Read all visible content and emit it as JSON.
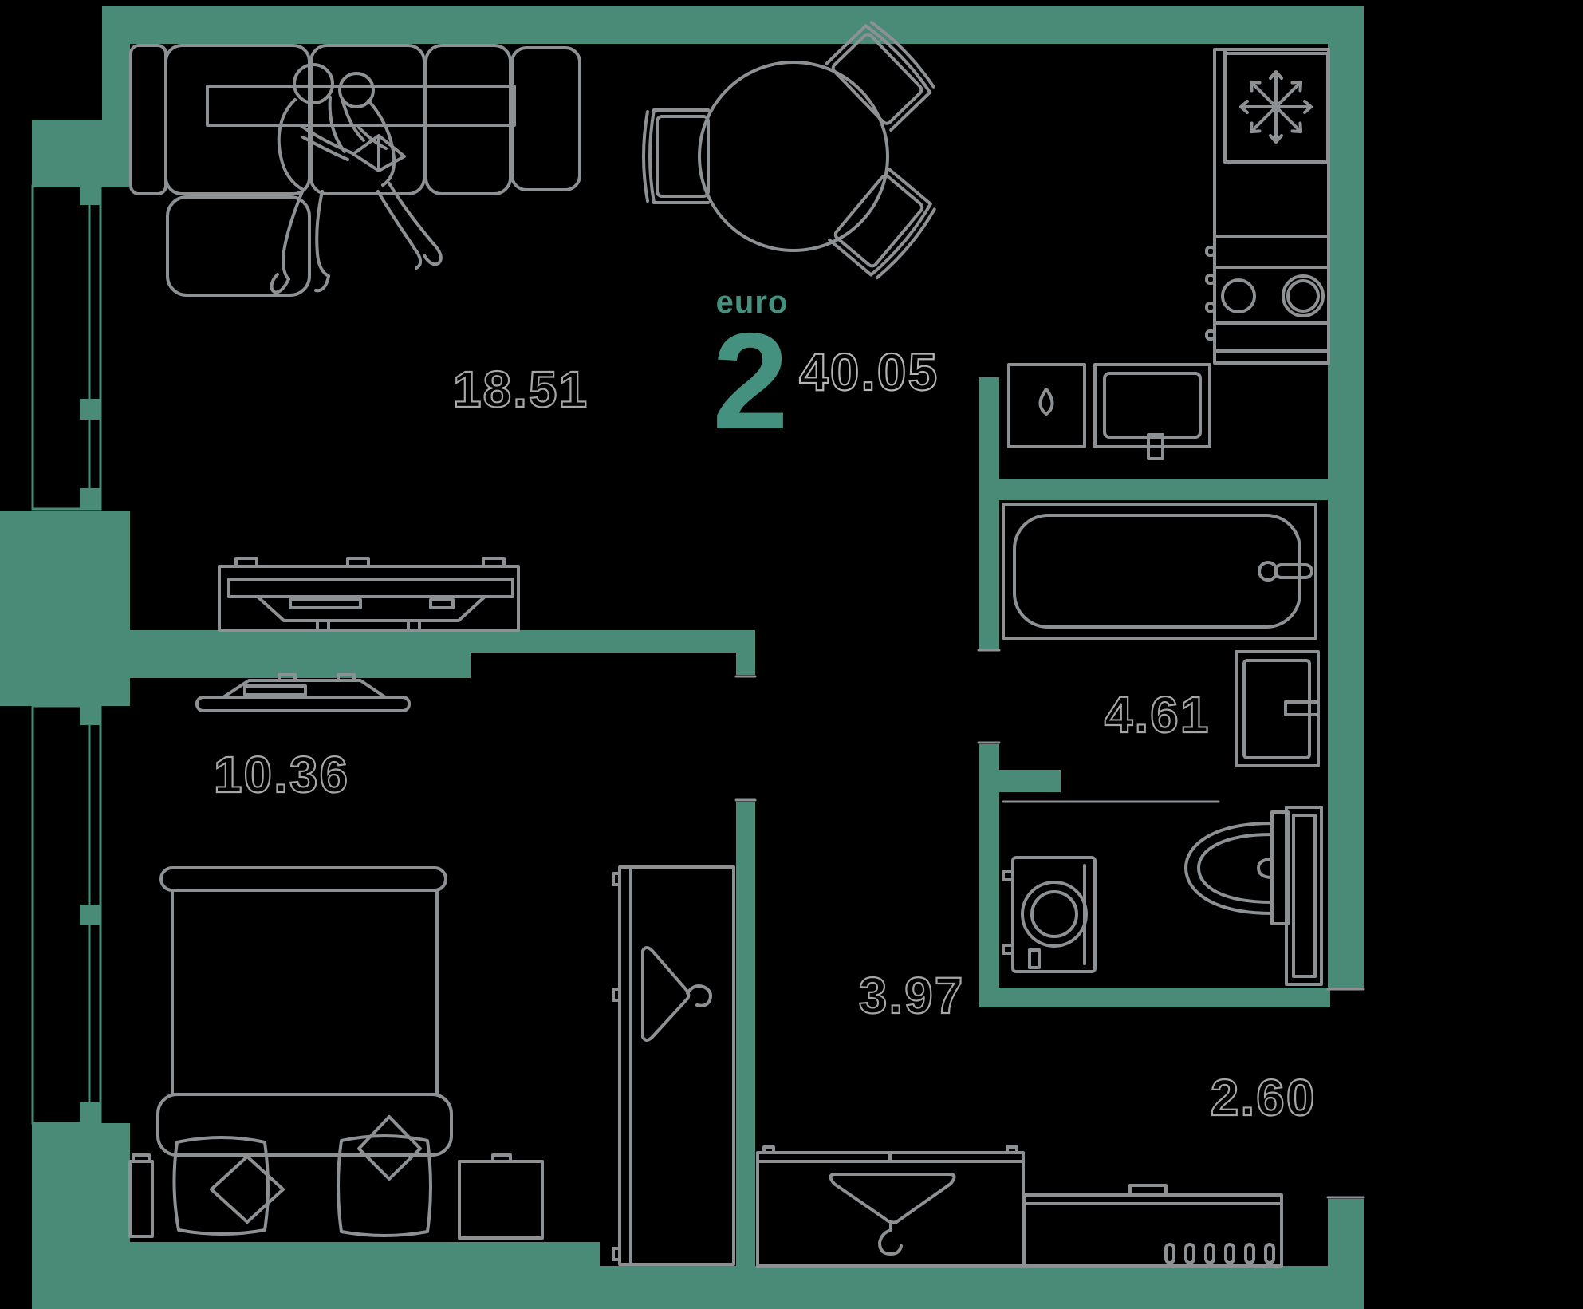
{
  "unit": {
    "type_label": "euro",
    "rooms_count": "2",
    "total_area": "40.05"
  },
  "rooms": {
    "living": {
      "name": "living-kitchen-room",
      "area": "18.51"
    },
    "bedroom": {
      "name": "bedroom",
      "area": "10.36"
    },
    "bathroom": {
      "name": "bathroom",
      "area": "4.61"
    },
    "hallway": {
      "name": "hallway",
      "area": "3.97"
    },
    "entry": {
      "name": "entry",
      "area": "2.60"
    }
  },
  "colors": {
    "background": "#000000",
    "wall": "#4a8b78",
    "accent_text": "#459180",
    "furniture_line": "#8e9194",
    "label_outline": "#a6a6a6"
  },
  "icons": [
    "sofa-icon",
    "people-reading-icon",
    "dining-table-icon",
    "chair-icon",
    "fridge-snowflake-icon",
    "stove-burners-icon",
    "kitchen-sink-icon",
    "drain-icon",
    "bathtub-icon",
    "washbasin-icon",
    "washing-machine-icon",
    "toilet-icon",
    "bed-icon",
    "pillow-icon",
    "nightstand-icon",
    "tv-console-icon",
    "bedroom-tv-icon",
    "wardrobe-hanger-icon",
    "coat-rack-hanger-icon",
    "shoe-bench-icon",
    "window-icon",
    "entrance-door-icon"
  ]
}
